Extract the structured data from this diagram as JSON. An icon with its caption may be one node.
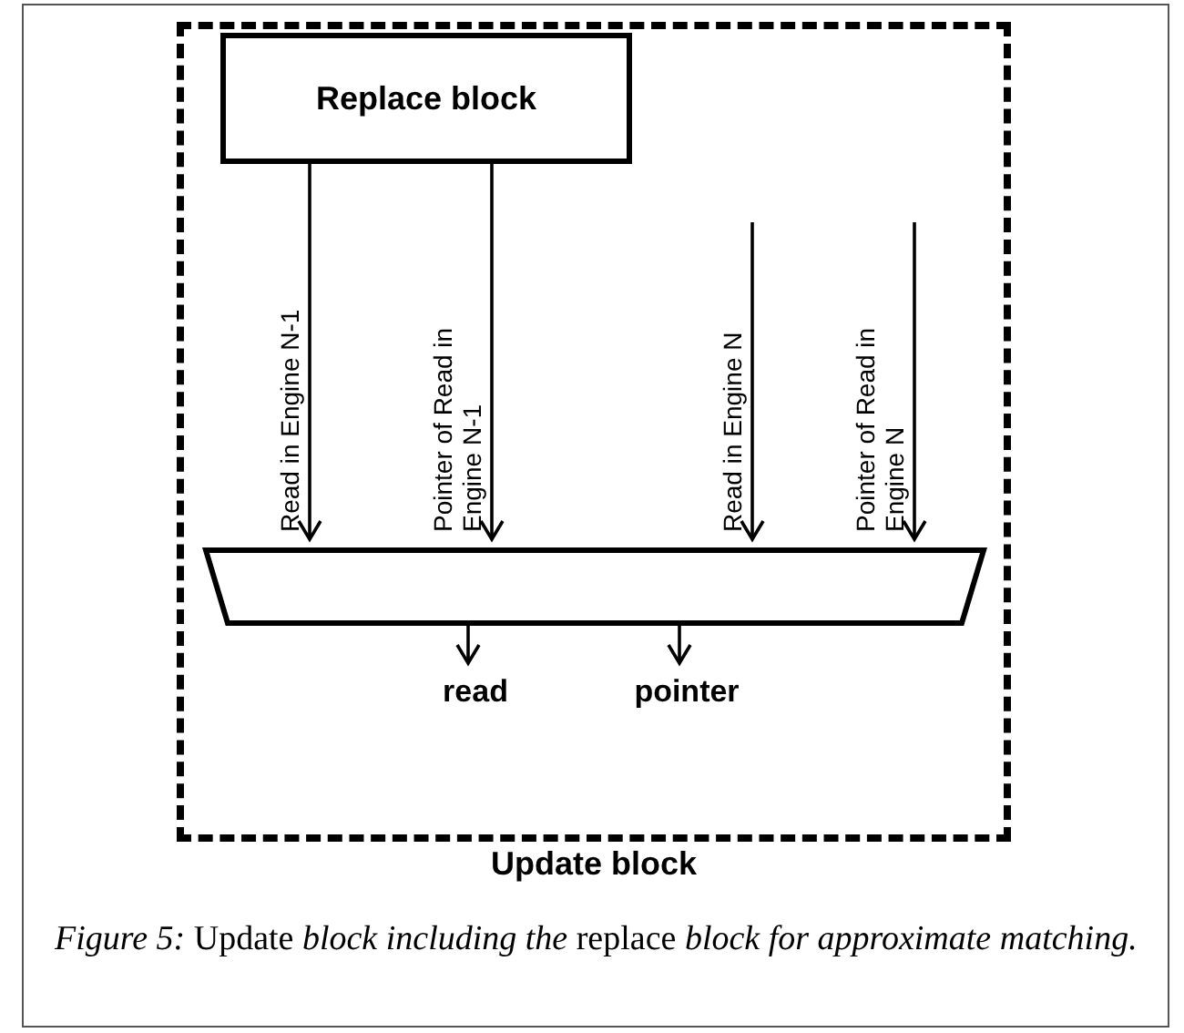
{
  "diagram": {
    "caption": "*Figure 5:* Update *block including the* replace *block for approximate matching.*",
    "nodes": [
      {
        "text": [
          "Update block"
        ]
      },
      {
        "text": [
          "Replace block"
        ],
        "in": 0
      },
      {
        "text": [],
        "shape": "trapezoid",
        "in": 0
      },
      {
        "text": [
          "read"
        ],
        "in": 0
      },
      {
        "text": [
          "pointer"
        ],
        "in": 0
      }
    ],
    "edges": [
      {
        "from": 1,
        "to": 2,
        "arrow": "to",
        "label": "Read in Engine N-1"
      },
      {
        "from": 1,
        "to": 2,
        "arrow": "to",
        "label": "Pointer of Read in Engine N-1"
      },
      {
        "from": null,
        "to": 2,
        "arrow": "to",
        "label": "Read in Engine N"
      },
      {
        "from": null,
        "to": 2,
        "arrow": "to",
        "label": "Pointer of Read in Engine N"
      },
      {
        "from": 2,
        "to": 3,
        "arrow": "to"
      },
      {
        "from": 2,
        "to": 4,
        "arrow": "to"
      }
    ]
  }
}
